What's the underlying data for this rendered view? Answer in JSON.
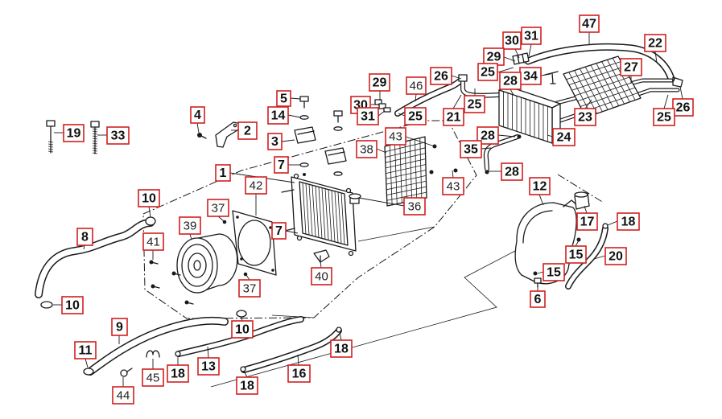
{
  "colors": {
    "callout_border": "#d0201f",
    "line": "#1a1a1a",
    "background": "#ffffff"
  },
  "callouts": [
    "47",
    "31",
    "30",
    "22",
    "29",
    "27",
    "25",
    "34",
    "28",
    "26",
    "46",
    "29",
    "5",
    "25",
    "30",
    "26",
    "14",
    "31",
    "25",
    "21",
    "23",
    "25",
    "4",
    "2",
    "19",
    "33",
    "43",
    "28",
    "24",
    "3",
    "38",
    "35",
    "7",
    "28",
    "1",
    "12",
    "42",
    "43",
    "10",
    "36",
    "37",
    "17",
    "18",
    "39",
    "7",
    "8",
    "41",
    "15",
    "20",
    "15",
    "40",
    "37",
    "6",
    "10",
    "9",
    "10",
    "18",
    "11",
    "13",
    "18",
    "16",
    "45",
    "18",
    "44"
  ]
}
